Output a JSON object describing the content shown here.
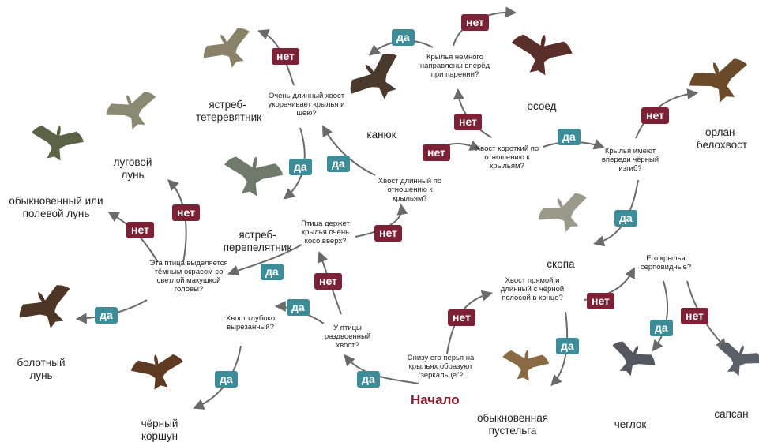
{
  "start_label": "Начало",
  "questions": {
    "mirror": "Снизу его перья на крыльях образуют “зеркальце”?",
    "fork_tail": "У птицы раздвоенный хвост?",
    "deep_fork": "Хвост глубоко вырезанный?",
    "high_wings": "Птица держет крылья очень косо вверх?",
    "dark_head": "Эта птица выделяется тёмным окрасом со светлой макушкой головы?",
    "long_tail_wings": "Хвост длинный по отношению к крыльям?",
    "very_long_tail": "Очень длинный хвост укорачивает крылья и шею?",
    "wings_forward": "Крылья немного направлены вперёд при парении?",
    "short_tail": "Хвост короткий по отношению к крыльям?",
    "black_bend": "Крылья имеют впереди чёрный изгиб?",
    "straight_tail": "Хвост прямой и длинный с чёрной полосой в конце?",
    "sickle_wings": "Его крылья серповидные?"
  },
  "badges": {
    "yes": "да",
    "no": "нет"
  },
  "birds": {
    "goshawk": "ястреб-тетеревятник",
    "sparrowhawk": "ястреб-перепелятник",
    "buzzard": "канюк",
    "honey_buzzard": "осоед",
    "white_tailed_eagle": "орлан-белохвост",
    "osprey": "скопа",
    "kestrel": "обыкновенная пустельга",
    "hobby": "чеглок",
    "peregrine": "сапсан",
    "black_kite": "чёрный коршун",
    "marsh_harrier": "болотный лунь",
    "hen_harrier": "обыкновенный или полевой лунь",
    "montagus_harrier": "луговой лунь"
  },
  "colors": {
    "yes_badge": "#3c8d97",
    "no_badge": "#7c2136",
    "arrow": "#6a6a6a",
    "start_text": "#8b1a2c"
  }
}
